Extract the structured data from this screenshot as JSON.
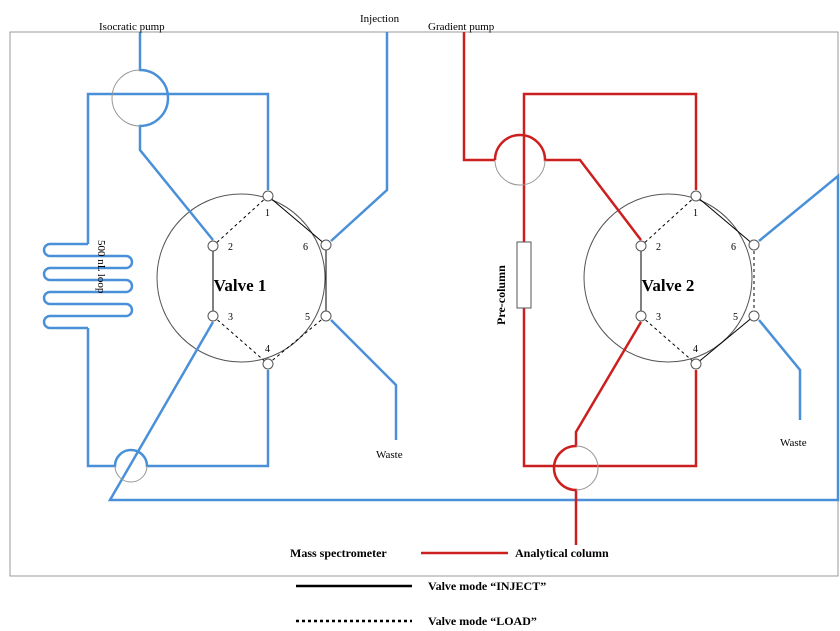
{
  "labels": {
    "isocratic_pump": "Isocratic pump",
    "injection": "Injection",
    "gradient_pump": "Gradient pump",
    "loop": "500 nL loop",
    "pre_column": "Pre-column",
    "waste_1": "Waste",
    "waste_2": "Waste",
    "mass_spectrometer": "Mass spectrometer",
    "analytical_column": "Analytical column"
  },
  "valves": [
    {
      "name": "Valve 1",
      "ports": [
        "1",
        "2",
        "3",
        "4",
        "5",
        "6"
      ]
    },
    {
      "name": "Valve 2",
      "ports": [
        "1",
        "2",
        "3",
        "4",
        "5",
        "6"
      ]
    }
  ],
  "legend": {
    "inject": "Valve mode “INJECT”",
    "load": "Valve mode “LOAD”"
  },
  "colors": {
    "blue_line": "#4a90d9",
    "red_line": "#cc1f1f",
    "black_line": "#000000",
    "gray_line": "#888888"
  }
}
